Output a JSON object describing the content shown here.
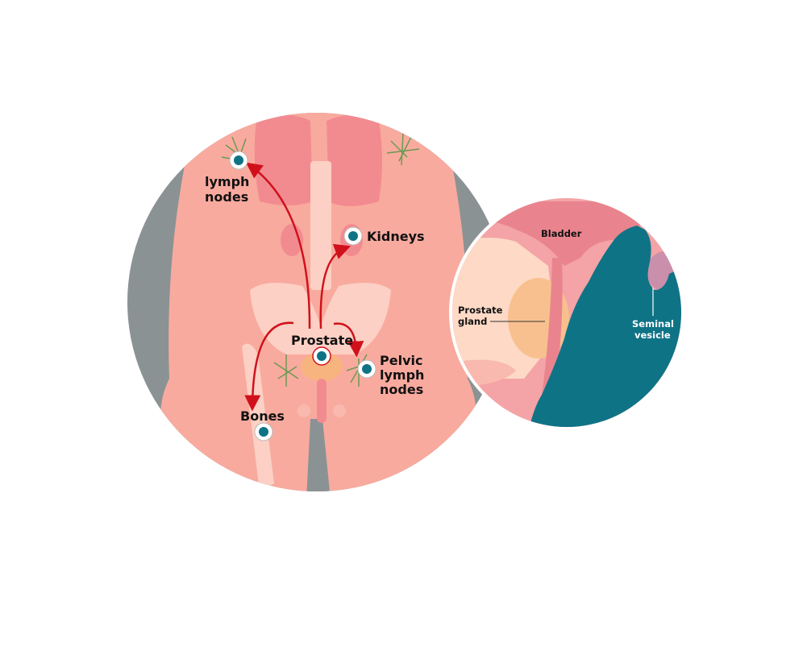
{
  "diagram": {
    "body_labels": {
      "lymph_nodes": [
        "lymph",
        "nodes"
      ],
      "kidneys": "Kidneys",
      "prostate": "Prostate",
      "pelvic_lymph_nodes": [
        "Pelvic",
        "lymph",
        "nodes"
      ],
      "bones": "Bones"
    },
    "inset_labels": {
      "bladder": "Bladder",
      "prostate_gland": [
        "Prostate",
        "gland"
      ],
      "seminal_vesicle": [
        "Seminal",
        "vesicle"
      ]
    },
    "colors": {
      "skin": "#f9aa9e",
      "shadow": "#8b9294",
      "lungs": "#f28b90",
      "tumor": "#0f7386",
      "arrow": "#d0111b",
      "prostate": "#f7b47f"
    }
  }
}
